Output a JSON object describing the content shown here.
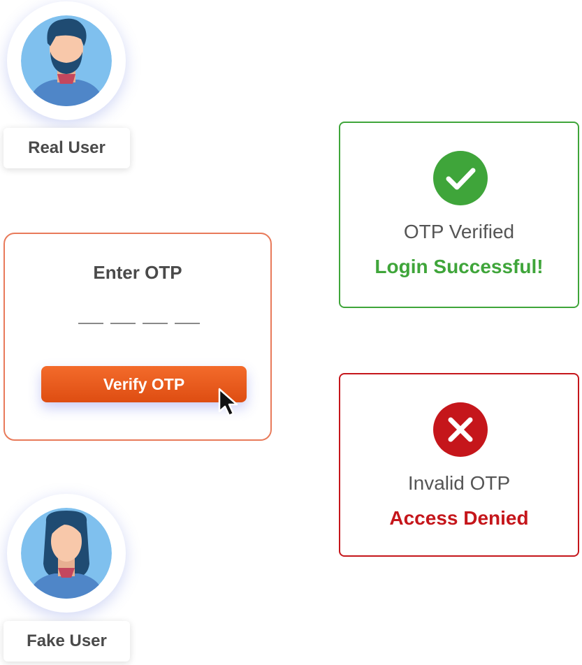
{
  "users": {
    "real": {
      "label": "Real User",
      "icon": "man-avatar-icon"
    },
    "fake": {
      "label": "Fake User",
      "icon": "woman-avatar-icon"
    }
  },
  "otp_form": {
    "title": "Enter OTP",
    "digit_count": 4,
    "button_label": "Verify OTP"
  },
  "results": {
    "success": {
      "line1": "OTP Verified",
      "line2": "Login Successful!",
      "color": "#3fa53a",
      "icon": "check-circle-icon"
    },
    "failure": {
      "line1": "Invalid OTP",
      "line2": "Access Denied",
      "color": "#c5161b",
      "icon": "x-circle-icon"
    }
  },
  "colors": {
    "otp_border": "#e87a5a",
    "button": "#ee5f22",
    "avatar_bg": "#7fc0ee",
    "hair": "#1f4b72",
    "skin": "#f8c8aa",
    "shirt": "#4f86c8"
  }
}
